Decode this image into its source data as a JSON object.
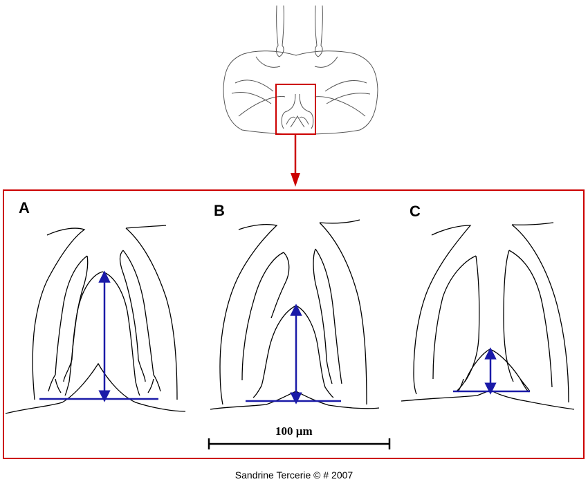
{
  "panels": {
    "a": {
      "label": "A"
    },
    "b": {
      "label": "B"
    },
    "c": {
      "label": "C"
    }
  },
  "scale_bar": {
    "label": "100 µm"
  },
  "credit": "Sandrine Tercerie © # 2007",
  "colors": {
    "outline": "#000000",
    "sketch": "#555555",
    "frame": "#cc0000",
    "measure": "#1a1aa8"
  }
}
